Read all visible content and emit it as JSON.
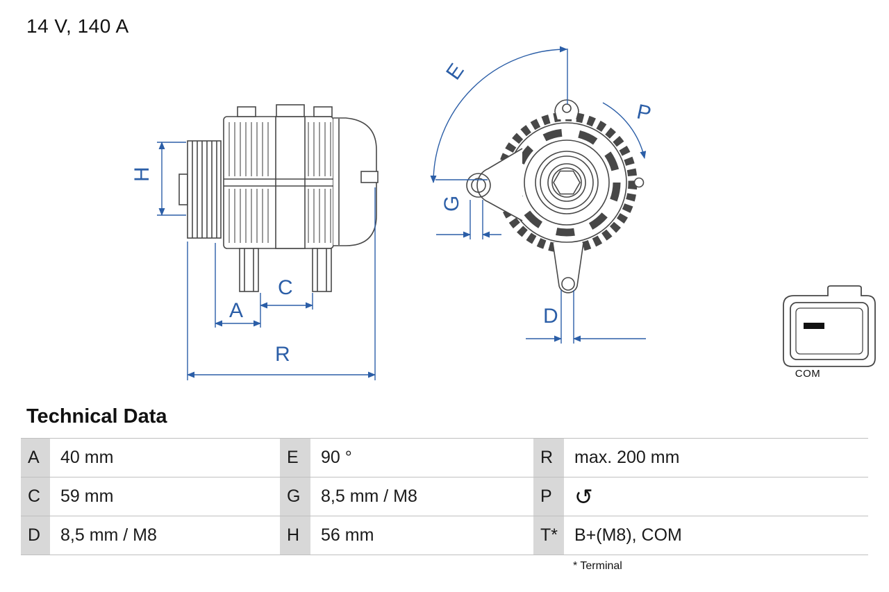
{
  "header": {
    "rating": "14 V, 140 A"
  },
  "diagram": {
    "dim_labels": {
      "H": "H",
      "A": "A",
      "C": "C",
      "R": "R",
      "E": "E",
      "P": "P",
      "G": "G",
      "D": "D"
    },
    "connector": {
      "label": "COM"
    },
    "colors": {
      "dimension": "#2b5ea7",
      "outline": "#474747"
    }
  },
  "technical_data": {
    "title": "Technical Data",
    "rows": [
      [
        {
          "key": "A",
          "value": "40 mm"
        },
        {
          "key": "E",
          "value": "90 °"
        },
        {
          "key": "R",
          "value": "max. 200 mm"
        }
      ],
      [
        {
          "key": "C",
          "value": "59 mm"
        },
        {
          "key": "G",
          "value": "8,5 mm / M8"
        },
        {
          "key": "P",
          "value": "↺"
        }
      ],
      [
        {
          "key": "D",
          "value": "8,5 mm / M8"
        },
        {
          "key": "H",
          "value": "56 mm"
        },
        {
          "key": "T*",
          "value": "B+(M8), COM"
        }
      ]
    ],
    "footnote": "* Terminal"
  }
}
